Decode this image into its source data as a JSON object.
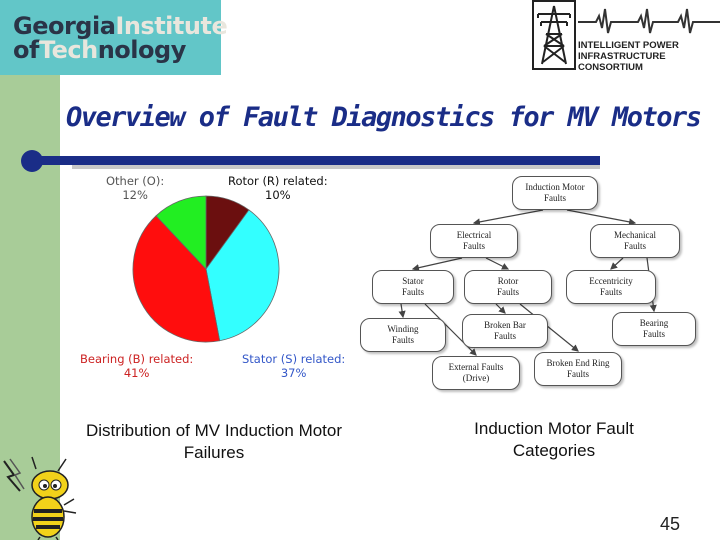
{
  "logos": {
    "gt": {
      "line1_dark": "Georgia",
      "line1_light": "Institute",
      "line2_dark_a": "of",
      "line2_light_a": "Tech",
      "line2_dark_b": "nology"
    },
    "ipic": {
      "line1": "INTELLIGENT POWER",
      "line2": "INFRASTRUCTURE CONSORTIUM"
    }
  },
  "slide": {
    "title": "Overview of Fault Diagnostics for MV Motors",
    "page_number": "45"
  },
  "colors": {
    "title": "#1a2d87",
    "left_strip": "#a8cc98",
    "gt_logo_bg": "#62c6c8",
    "title_bar": "#1a2d87",
    "caption_text": "#111111"
  },
  "chart_data": {
    "type": "pie",
    "slices": [
      {
        "name": "Rotor (R) related:",
        "value": 10,
        "value_label": "10%",
        "color": "#6b0f0f"
      },
      {
        "name": "Stator (S) related:",
        "value": 37,
        "value_label": "37%",
        "color": "#33ffff"
      },
      {
        "name": "Bearing (B) related:",
        "value": 41,
        "value_label": "41%",
        "color": "#ff0d0d"
      },
      {
        "name": "Other (O):",
        "value": 12,
        "value_label": "12%",
        "color": "#22ee22"
      }
    ],
    "label_colors": {
      "rotor": "#111111",
      "stator": "#3357c8",
      "bearing": "#cc2222",
      "other": "#555555"
    }
  },
  "fault_tree": {
    "nodes": [
      {
        "id": "root",
        "label_1": "Induction Motor",
        "label_2": "Faults"
      },
      {
        "id": "electrical",
        "label_1": "Electrical",
        "label_2": "Faults"
      },
      {
        "id": "mechanical",
        "label_1": "Mechanical",
        "label_2": "Faults"
      },
      {
        "id": "stator",
        "label_1": "Stator",
        "label_2": "Faults"
      },
      {
        "id": "rotor",
        "label_1": "Rotor",
        "label_2": "Faults"
      },
      {
        "id": "eccentricity",
        "label_1": "Eccentricity",
        "label_2": "Faults"
      },
      {
        "id": "bearing",
        "label_1": "Bearing",
        "label_2": "Faults"
      },
      {
        "id": "winding",
        "label_1": "Winding",
        "label_2": "Faults"
      },
      {
        "id": "broken_bar",
        "label_1": "Broken Bar",
        "label_2": "Faults"
      },
      {
        "id": "external",
        "label_1": "External Faults",
        "label_2": "(Drive)"
      },
      {
        "id": "end_ring",
        "label_1": "Broken End Ring",
        "label_2": "Faults"
      }
    ],
    "edges": [
      [
        "root",
        "electrical"
      ],
      [
        "root",
        "mechanical"
      ],
      [
        "electrical",
        "stator"
      ],
      [
        "electrical",
        "rotor"
      ],
      [
        "mechanical",
        "eccentricity"
      ],
      [
        "mechanical",
        "bearing"
      ],
      [
        "stator",
        "winding"
      ],
      [
        "stator",
        "external"
      ],
      [
        "rotor",
        "broken_bar"
      ],
      [
        "rotor",
        "end_ring"
      ]
    ]
  },
  "captions": {
    "left": "Distribution of MV Induction Motor Failures",
    "right": "Induction Motor Fault Categories"
  }
}
